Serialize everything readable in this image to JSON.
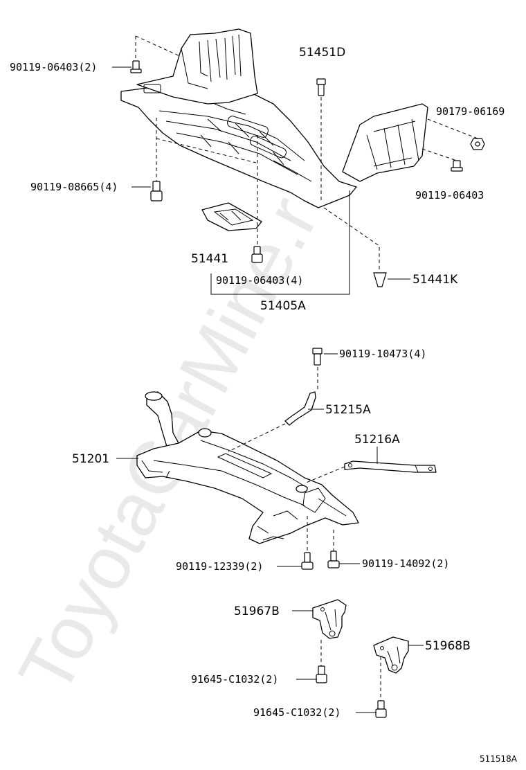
{
  "watermark": "ToyotaCarMine.ru",
  "diagram_code": "511518A",
  "labels": {
    "bolt_90119_06403_2": "90119-06403(2)",
    "bracket_51451D": "51451D",
    "nut_90179_06169": "90179-06169",
    "bolt_90119_08665_4": "90119-08665(4)",
    "bolt_90119_06403": "90119-06403",
    "cover_51441": "51441",
    "bolt_90119_06403_4": "90119-06403(4)",
    "clip_51441K": "51441K",
    "assy_51405A": "51405A",
    "bolt_90119_10473_4": "90119-10473(4)",
    "brace_51215A": "51215A",
    "brace_51216A": "51216A",
    "crossmember_51201": "51201",
    "bolt_90119_12339_2": "90119-12339(2)",
    "bolt_90119_14092_2": "90119-14092(2)",
    "bracket_51967B": "51967B",
    "bracket_51968B": "51968B",
    "bolt_91645_C1032_2_a": "91645-C1032(2)",
    "bolt_91645_C1032_2_b": "91645-C1032(2)"
  }
}
